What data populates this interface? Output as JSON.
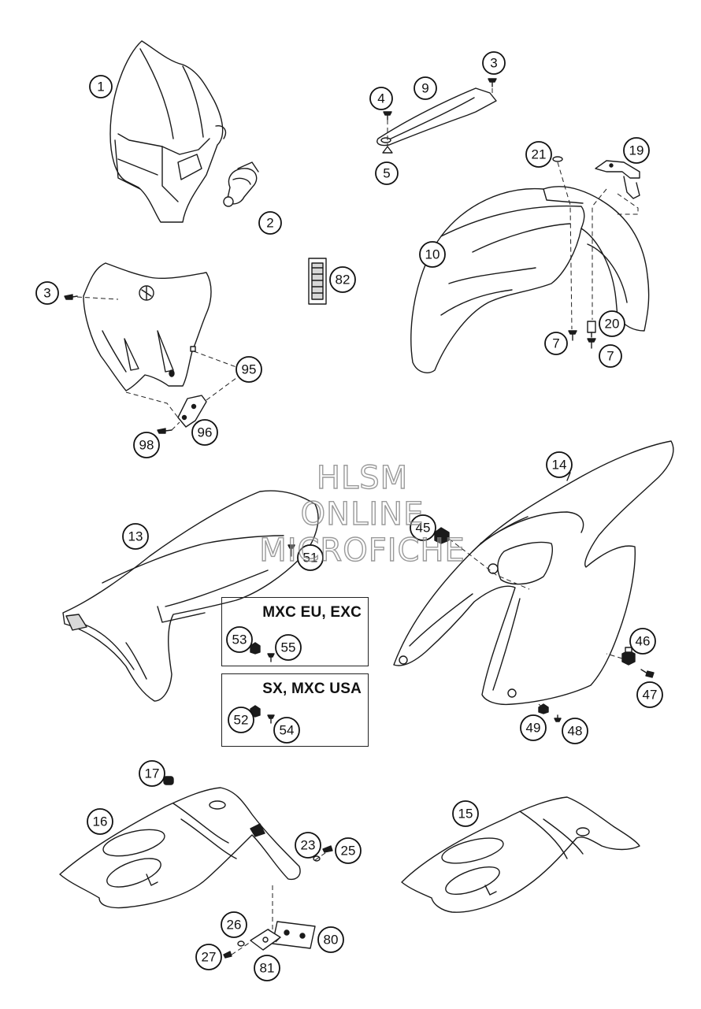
{
  "callouts": [
    {
      "id": "c1",
      "label": "1"
    },
    {
      "id": "c2",
      "label": "2"
    },
    {
      "id": "c3a",
      "label": "3"
    },
    {
      "id": "c3b",
      "label": "3"
    },
    {
      "id": "c4",
      "label": "4"
    },
    {
      "id": "c5",
      "label": "5"
    },
    {
      "id": "c7a",
      "label": "7"
    },
    {
      "id": "c7b",
      "label": "7"
    },
    {
      "id": "c9",
      "label": "9"
    },
    {
      "id": "c10",
      "label": "10"
    },
    {
      "id": "c13",
      "label": "13"
    },
    {
      "id": "c14",
      "label": "14"
    },
    {
      "id": "c15",
      "label": "15"
    },
    {
      "id": "c16",
      "label": "16"
    },
    {
      "id": "c17",
      "label": "17"
    },
    {
      "id": "c19",
      "label": "19"
    },
    {
      "id": "c20",
      "label": "20"
    },
    {
      "id": "c21",
      "label": "21"
    },
    {
      "id": "c23",
      "label": "23"
    },
    {
      "id": "c25",
      "label": "25"
    },
    {
      "id": "c26",
      "label": "26"
    },
    {
      "id": "c27",
      "label": "27"
    },
    {
      "id": "c45",
      "label": "45"
    },
    {
      "id": "c46",
      "label": "46"
    },
    {
      "id": "c47",
      "label": "47"
    },
    {
      "id": "c48",
      "label": "48"
    },
    {
      "id": "c49",
      "label": "49"
    },
    {
      "id": "c51",
      "label": "51"
    },
    {
      "id": "c52",
      "label": "52"
    },
    {
      "id": "c53",
      "label": "53"
    },
    {
      "id": "c54",
      "label": "54"
    },
    {
      "id": "c55",
      "label": "55"
    },
    {
      "id": "c80",
      "label": "80"
    },
    {
      "id": "c81",
      "label": "81"
    },
    {
      "id": "c82",
      "label": "82"
    },
    {
      "id": "c95",
      "label": "95"
    },
    {
      "id": "c96",
      "label": "96"
    },
    {
      "id": "c98",
      "label": "98"
    }
  ],
  "variant_boxes": {
    "eu": {
      "title": "MXC EU, EXC"
    },
    "usa": {
      "title": "SX, MXC USA"
    }
  },
  "watermark": {
    "line1": "HLSM",
    "line2": "ONLINE",
    "line3": "MICROFICHE"
  }
}
